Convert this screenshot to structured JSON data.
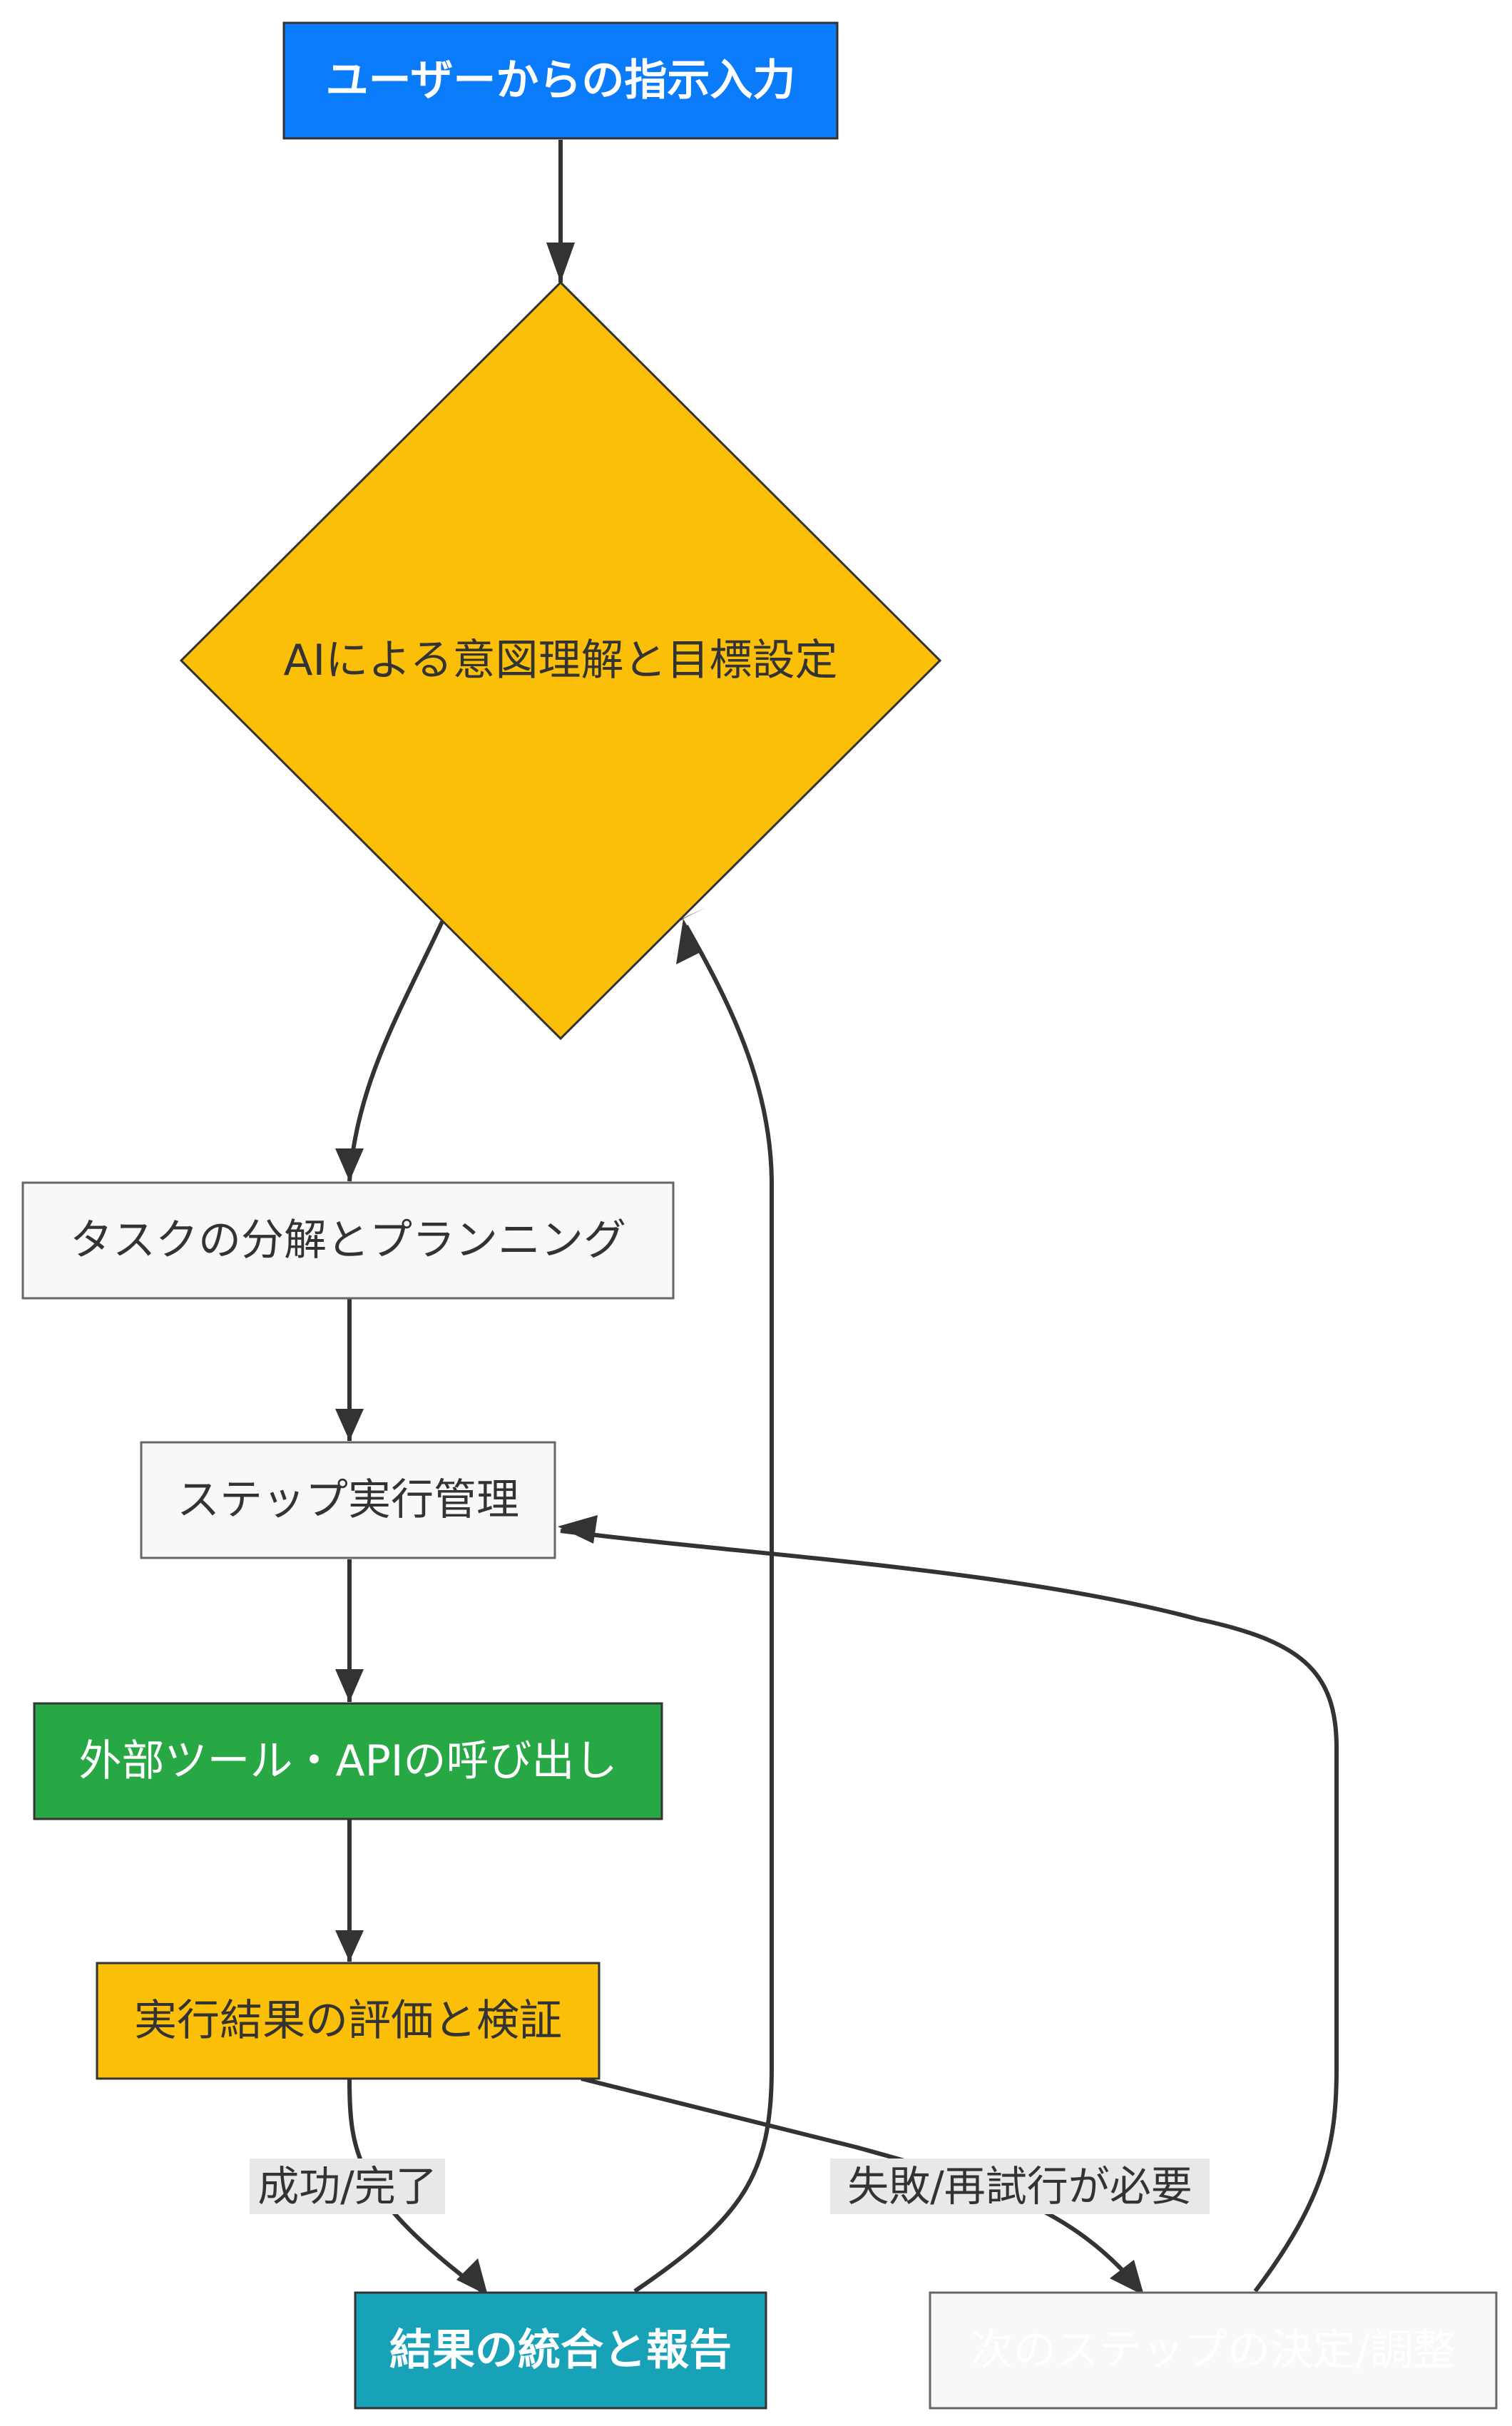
{
  "nodes": {
    "user_input": "ユーザーからの指示入力",
    "ai_intent": "AIによる意図理解と目標設定",
    "task_planning": "タスクの分解とプランニング",
    "step_management": "ステップ実行管理",
    "tool_call": "外部ツール・APIの呼び出し",
    "evaluation": "実行結果の評価と検証",
    "integration": "結果の統合と報告",
    "next_step": "次のステップの決定/調整"
  },
  "edge_labels": {
    "success": "成功/完了",
    "failure": "失敗/再試行が必要"
  },
  "colors": {
    "blue": "#0a7bfb",
    "amber": "#fbbf07",
    "green": "#28a745",
    "teal": "#17a2b8",
    "light": "#f6f8fa",
    "edge": "#333333"
  }
}
